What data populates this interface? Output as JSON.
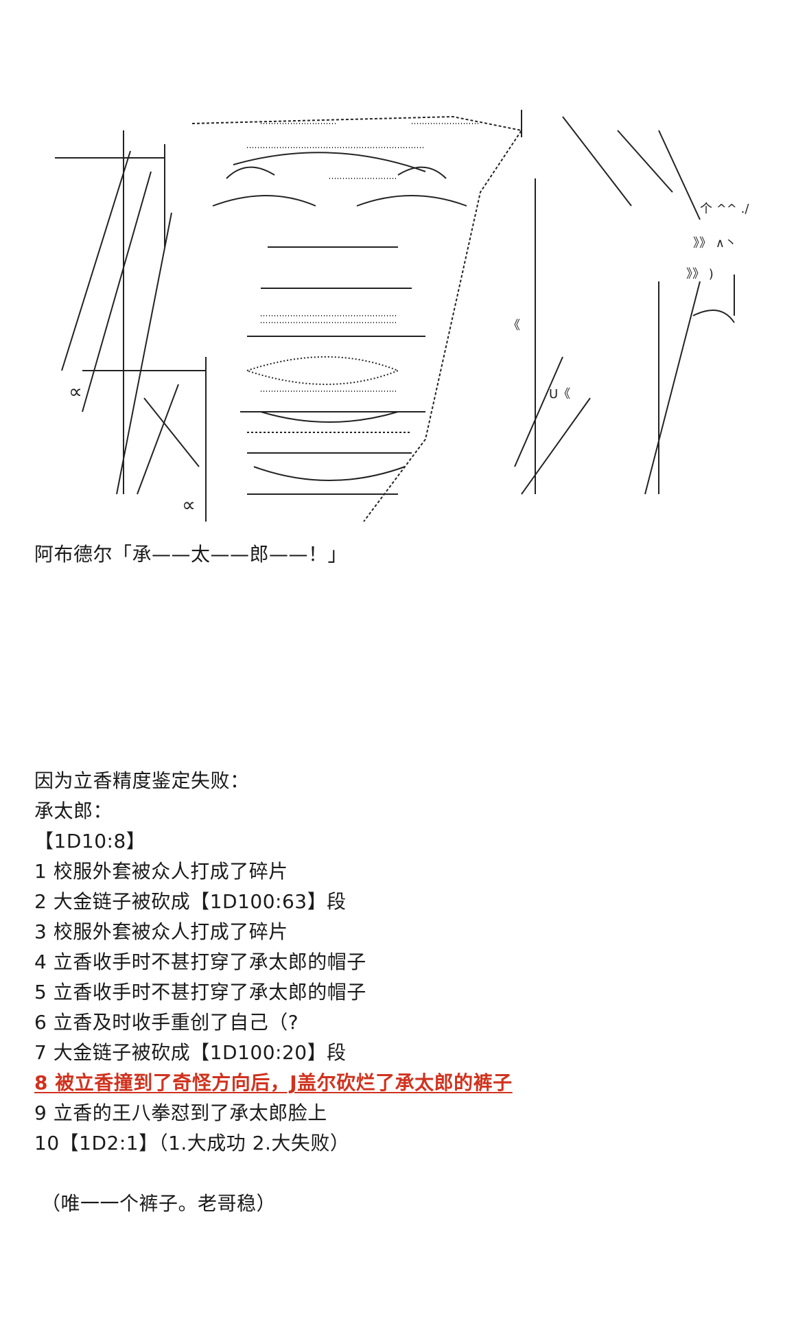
{
  "caption": "阿布德尔「承——太——郎——！」",
  "intro": "因为立香精度鉴定失败：",
  "target": "承太郎：",
  "roll": "【1D10:8】",
  "results": [
    "1 校服外套被众人打成了碎片",
    "2 大金链子被砍成【1D100:63】段",
    "3 校服外套被众人打成了碎片",
    "4 立香收手时不甚打穿了承太郎的帽子",
    "5 立香收手时不甚打穿了承太郎的帽子",
    "6 立香及时收手重创了自己（?",
    "7 大金链子被砍成【1D100:20】段",
    "8 被立香撞到了奇怪方向后，J盖尔砍烂了承太郎的裤子",
    "9 立香的王八拳怼到了承太郎脸上",
    "10【1D2:1】（1.大成功 2.大失败）"
  ],
  "note": "（唯一一个裤子。老哥稳）",
  "colors": {
    "text": "#1a1a1a",
    "highlight": "#d0321e"
  }
}
